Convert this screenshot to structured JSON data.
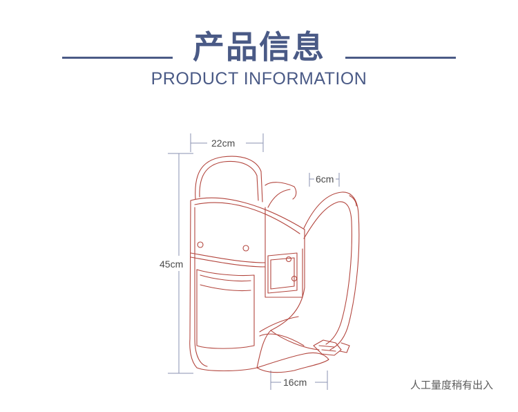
{
  "header": {
    "title_cn": "产品信息",
    "title_en": "PRODUCT INFORMATION"
  },
  "dimensions": {
    "width": "22cm",
    "depth": "6cm",
    "height": "45cm",
    "bottom_width": "16cm"
  },
  "note": "人工量度稍有出入",
  "colors": {
    "title": "#4a5a86",
    "outline": "#b2443c",
    "dimension_line": "#8a92b2"
  }
}
